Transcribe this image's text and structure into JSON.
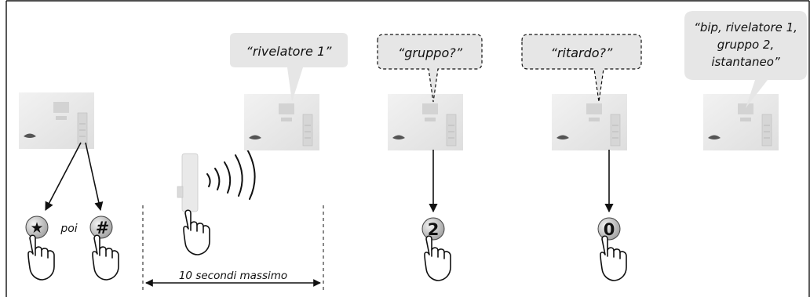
{
  "bubbles": {
    "rivelatore": "“rivelatore 1”",
    "gruppo": "“gruppo?”",
    "ritardo": "“ritardo?”",
    "final_line1": "“bip, rivelatore 1,",
    "final_line2": "gruppo 2,",
    "final_line3": "istantaneo”"
  },
  "keys": {
    "star": "★",
    "hash": "#",
    "two": "2",
    "zero": "0"
  },
  "labels": {
    "poi": "poi",
    "timer": "10 secondi massimo"
  },
  "colors": {
    "bubble_fill": "#e6e6e6",
    "panel_fill": "#ececec",
    "key_fill": "#cfcfcf",
    "stroke": "#111111"
  }
}
